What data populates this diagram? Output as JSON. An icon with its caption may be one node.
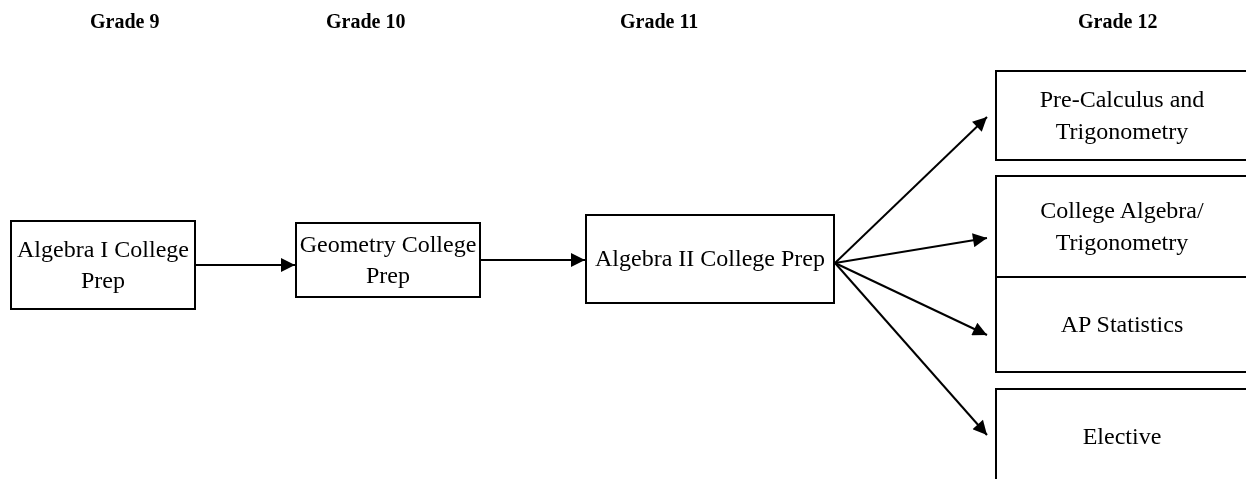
{
  "diagram": {
    "nodes": [
      {
        "text": [
          "Algebra I College Prep"
        ]
      },
      {
        "text": [
          "Geometry College Prep"
        ]
      },
      {
        "text": [
          "Algebra II College Prep"
        ]
      },
      {
        "text": [
          "Pre-Calculus and Trigonometry"
        ]
      },
      {
        "text": [
          "College Algebra/ Trigonometry"
        ]
      },
      {
        "text": [
          "AP Statistics"
        ]
      },
      {
        "text": [
          "Elective"
        ]
      }
    ],
    "edges": [
      {
        "from": 0,
        "to": 1,
        "arrow": "to"
      },
      {
        "from": 1,
        "to": 2,
        "arrow": "to"
      },
      {
        "from": 2,
        "to": 3,
        "arrow": "to"
      },
      {
        "from": 2,
        "to": 4,
        "arrow": "to"
      },
      {
        "from": 2,
        "to": 5,
        "arrow": "to"
      },
      {
        "from": 2,
        "to": 6,
        "arrow": "to"
      }
    ],
    "labels": [
      "Grade 9",
      "Grade 10",
      "Grade 11",
      "Grade 12"
    ]
  }
}
